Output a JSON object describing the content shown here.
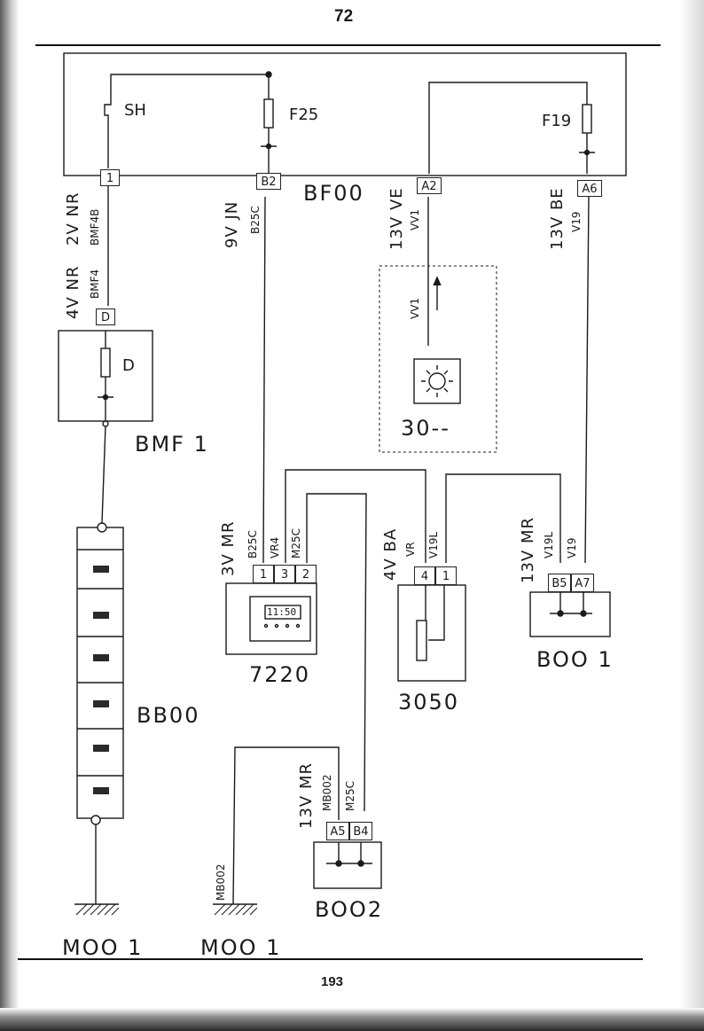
{
  "page": {
    "top_number": "72",
    "bottom_number": "193"
  },
  "fusebox": {
    "name": "BF00",
    "fuses": {
      "sh": "SH",
      "f25": "F25",
      "f19": "F19"
    },
    "pins": {
      "p1": "1",
      "b2": "B2",
      "a2": "A2",
      "a6": "A6"
    }
  },
  "wires": {
    "w1_label": "2V NR",
    "w1_code": "BMF4B",
    "w2_label": "4V NR",
    "w2_code": "BMF4",
    "w3_label": "9V JN",
    "w3_code": "B25C",
    "w4_label": "13V VE",
    "w4_code": "VV1",
    "w5_label": "13V BE",
    "w5_code": "V19",
    "lamp_wire_code": "VV1"
  },
  "bmf1": {
    "name": "BMF 1",
    "pin": "D",
    "fuse": "D"
  },
  "lamp": {
    "name": "30--"
  },
  "bb00": {
    "name": "BB00"
  },
  "m001_left": {
    "name": "MOO 1"
  },
  "m001_right": {
    "name": "MOO 1",
    "wire_code": "MB002"
  },
  "clock": {
    "name": "7220",
    "display": "11:50",
    "wire_label": "3V MR",
    "codes": [
      "B25C",
      "VR4",
      "M25C"
    ],
    "pins": [
      "1",
      "3",
      "2"
    ]
  },
  "rheostat": {
    "name": "3050",
    "wire_label": "4V BA",
    "codes": [
      "VR",
      "V19L"
    ],
    "pins": [
      "4",
      "1"
    ]
  },
  "b001": {
    "name": "BOO 1",
    "wire_label": "13V MR",
    "codes": [
      "V19L",
      "V19"
    ],
    "pins": [
      "B5",
      "A7"
    ]
  },
  "b002": {
    "name": "BOO2",
    "wire_label": "13V MR",
    "codes": [
      "MB002",
      "M25C"
    ],
    "pins": [
      "A5",
      "B4"
    ]
  }
}
